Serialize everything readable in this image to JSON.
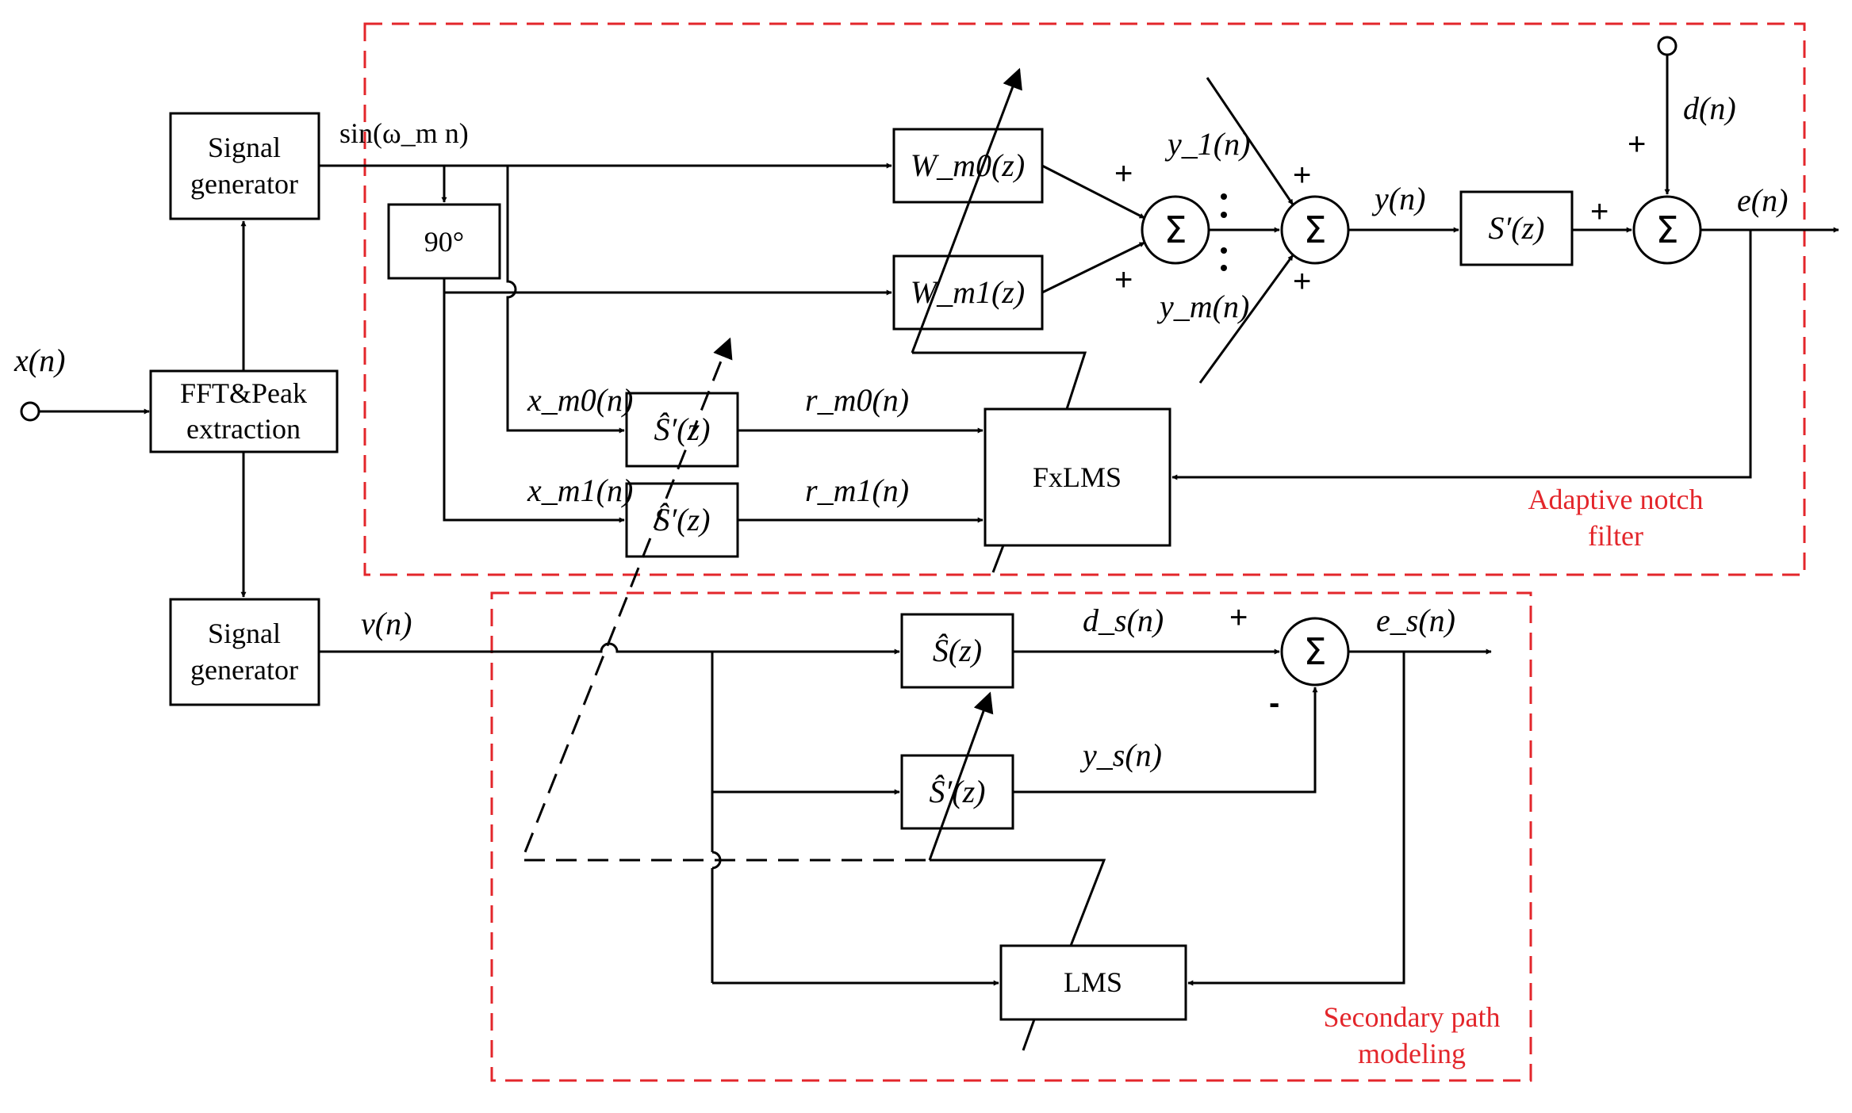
{
  "blocks": {
    "signal_generator_top": [
      "Signal",
      "generator"
    ],
    "signal_generator_bottom": [
      "Signal",
      "generator"
    ],
    "fft_peak": [
      "FFT&Peak",
      "extraction"
    ],
    "phase_shift": "90°",
    "w_m0": "W_m0(z)",
    "w_m1": "W_m1(z)",
    "s_prime_top": "S′(z)",
    "s_prime_bottom": "S′(z)",
    "s_prime_hat_m0": "Ŝ′(z)",
    "s_prime_hat_m1": "Ŝ′(z)",
    "s_hat": "Ŝ(z)",
    "s_prime_hat_model": "Ŝ′(z)",
    "fxlms": "FxLMS",
    "lms": "LMS",
    "sum_symbol": "Σ"
  },
  "signals": {
    "x": "x(n)",
    "sin": "sin(ω_m n)",
    "y1": "y_1(n)",
    "ym": "y_m(n)",
    "y": "y(n)",
    "d": "d(n)",
    "e": "e(n)",
    "xm0": "x_m0(n)",
    "xm1": "x_m1(n)",
    "rm0": "r_m0(n)",
    "rm1": "r_m1(n)",
    "v": "v(n)",
    "ds": "d_s(n)",
    "es": "e_s(n)",
    "ys": "y_s(n)"
  },
  "signs": {
    "plus": "+",
    "minus": "-"
  },
  "regions": {
    "adaptive_notch": [
      "Adaptive notch",
      "filter"
    ],
    "secondary_path": [
      "Secondary path",
      "modeling"
    ]
  }
}
